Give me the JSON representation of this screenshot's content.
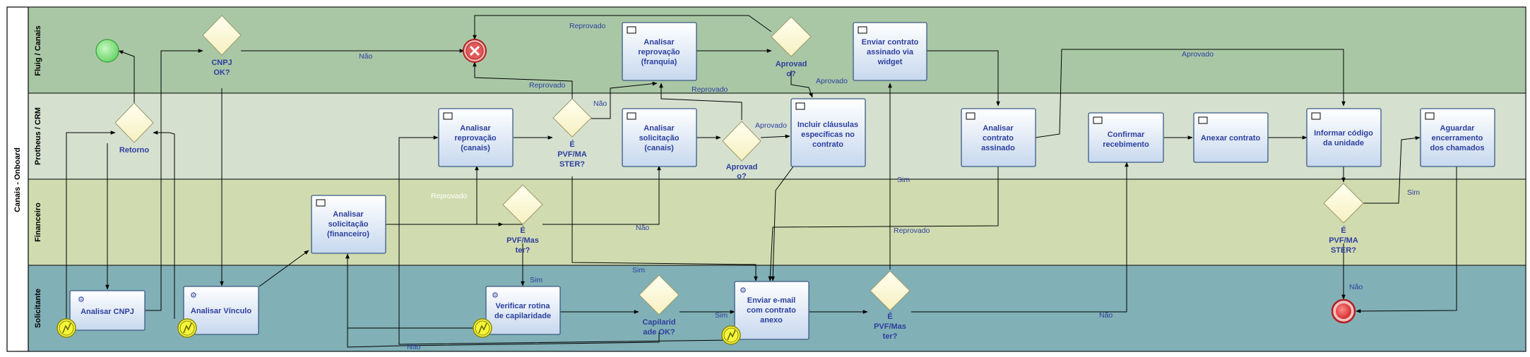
{
  "pool": {
    "title": "Canais - Onboard"
  },
  "lanes": [
    {
      "id": "fluig",
      "title": "Fluig / Canais",
      "color": "#a9c7a5"
    },
    {
      "id": "protheus",
      "title": "Protheus / CRM",
      "color": "#d5e0cf"
    },
    {
      "id": "financeiro",
      "title": "Financeiro",
      "color": "#d1dbb0"
    },
    {
      "id": "solicitante",
      "title": "Solicitante",
      "color": "#81b0b6"
    }
  ],
  "tasks": {
    "analisar_reprovacao_franquia": [
      "Analisar",
      "reprovação",
      "(franquia)"
    ],
    "enviar_contrato_widget": [
      "Enviar contrato",
      "assinado via",
      "widget"
    ],
    "analisar_reprovacao_canais": [
      "Analisar",
      "reprovação",
      "(canais)"
    ],
    "analisar_solicitacao_canais": [
      "Analisar",
      "solicitação",
      "(canais)"
    ],
    "incluir_clausulas": [
      "Incluir cláusulas",
      "específicas no",
      "contrato"
    ],
    "analisar_contrato_assinado": [
      "Analisar",
      "contrato",
      "assinado"
    ],
    "confirmar_recebimento": [
      "Confirmar",
      "recebimento"
    ],
    "anexar_contrato": [
      "Anexar contrato"
    ],
    "informar_codigo": [
      "Informar código",
      "da unidade"
    ],
    "aguardar_encerramento": [
      "Aguardar",
      "encerramento",
      "dos chamados"
    ],
    "analisar_solicitacao_financeiro": [
      "Analisar",
      "solicitação",
      "(financeiro)"
    ],
    "analisar_cnpj": [
      "Analisar CNPJ"
    ],
    "analisar_vinculo": [
      "Analisar Vínculo"
    ],
    "verificar_rotina": [
      "Verificar rotina",
      "de capilaridade"
    ],
    "enviar_email": [
      "Enviar e-mail",
      "com contrato",
      "anexo"
    ]
  },
  "gateways": {
    "cnpj_ok": [
      "CNPJ",
      "OK?"
    ],
    "aprovado_1": [
      "Aprovad",
      "o?"
    ],
    "retorno": [
      "Retorno"
    ],
    "pvf_master_1": [
      "É",
      "PVF/MA",
      "STER?"
    ],
    "aprovado_2": [
      "Aprovad",
      "o?"
    ],
    "pvf_master_fin": [
      "É",
      "PVF/Mas",
      "ter?"
    ],
    "pvf_master_2": [
      "É",
      "PVF/MA",
      "STER?"
    ],
    "capilaridade_ok": [
      "Capilarid",
      "ade OK?"
    ],
    "pvf_master_sol": [
      "É",
      "PVF/Mas",
      "ter?"
    ]
  },
  "flow_labels": {
    "nao_cnpj": "Não",
    "reprovado_top": "Reprovado",
    "aprovado_to_incluir": "Aprovado",
    "reprovado_canais": "Reprovado",
    "nao_pvf1": "Não",
    "reprovado_mid": "Reprovado",
    "aprovado_gw2": "Aprovado",
    "aprovado_long": "Aprovado",
    "reprovado_fin": "Reprovado",
    "nao_fin": "Não",
    "sim_cap": "Sim",
    "sim_pvf1": "Sim",
    "sim_email": "Sim",
    "sim_widget": "Sim",
    "reprovado_contrato": "Reprovado",
    "nao_email": "Não",
    "nao_bottom": "Não",
    "sim_pvf2": "Sim",
    "nao_end": "Não"
  },
  "colors": {
    "task_fill_top": "#ffffff",
    "task_fill_bottom": "#c7d8ee",
    "task_text": "#2d3f9e",
    "gateway_fill": "#fffbd6",
    "start_event": "#7fe07f",
    "error_event": "#e25a5a",
    "end_event": "#d93b3b",
    "timer_event": "#f5f53a"
  }
}
